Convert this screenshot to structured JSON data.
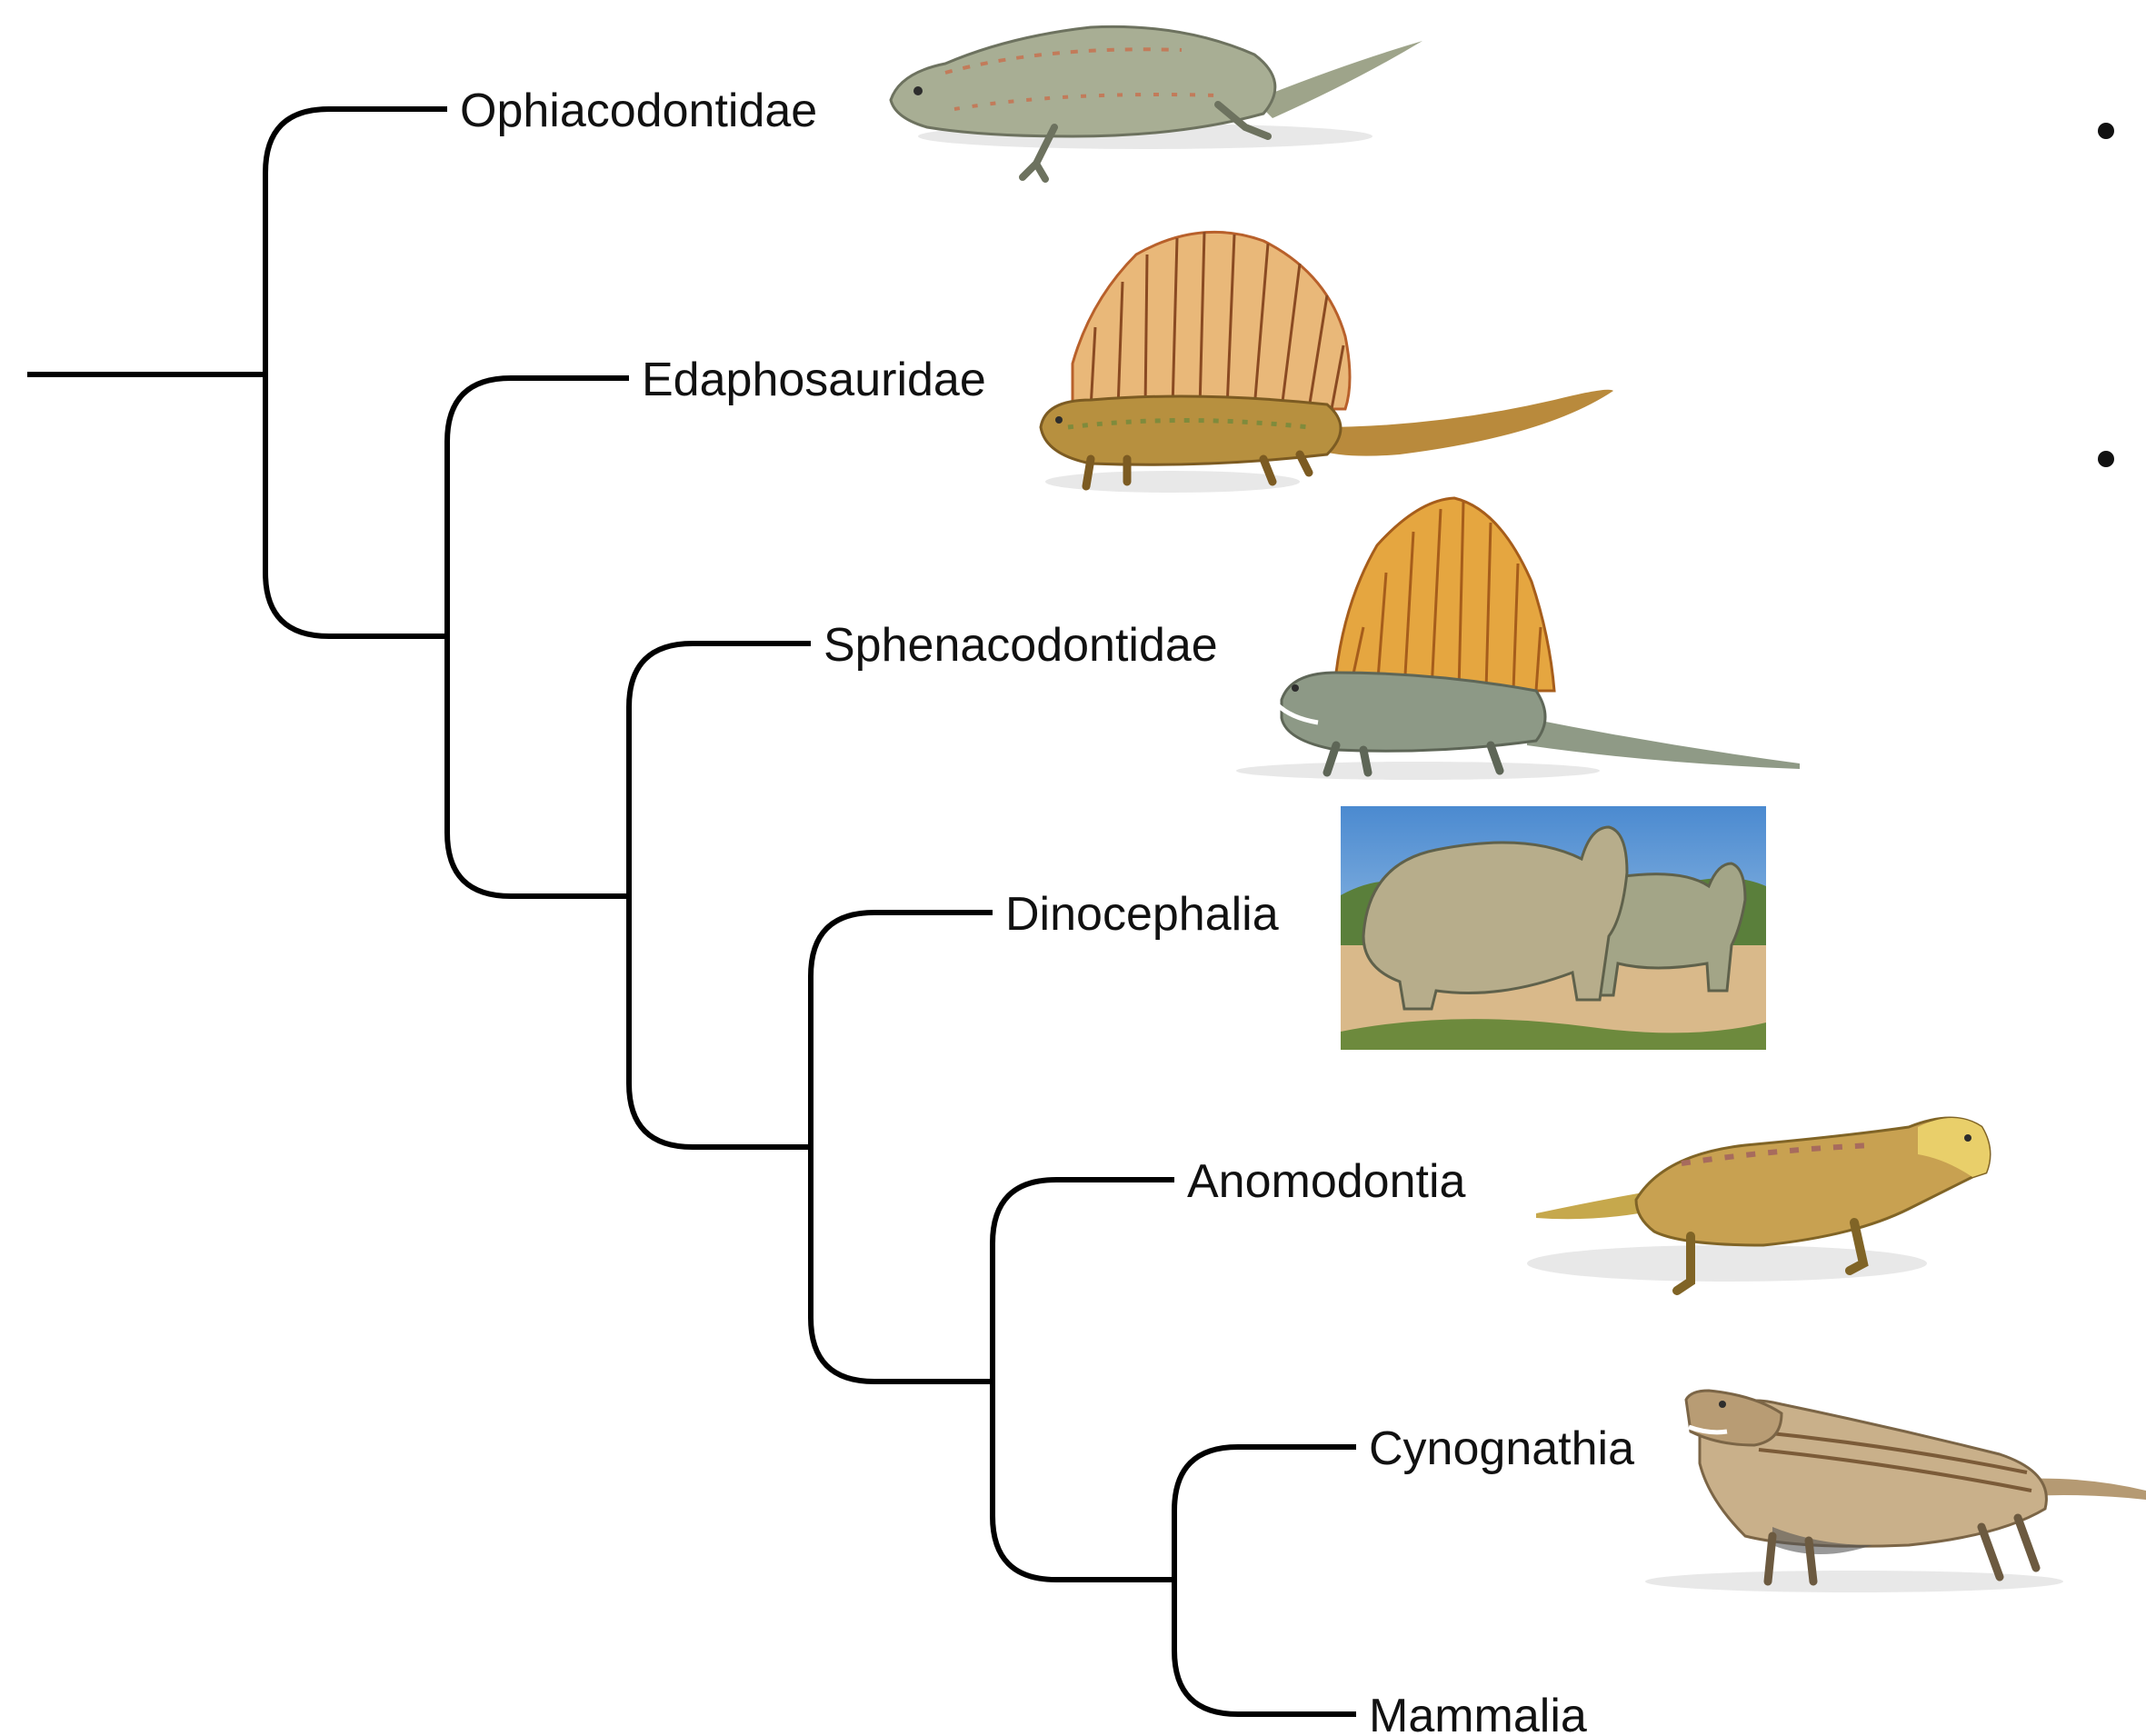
{
  "taxa": [
    {
      "name": "Ophiacodontidae",
      "illustration": "ophiacodontid-lizardlike-illustration"
    },
    {
      "name": "Edaphosauridae",
      "illustration": "edaphosaurus-sail-back-illustration"
    },
    {
      "name": "Sphenacodontidae",
      "illustration": "dimetrodon-sail-back-illustration"
    },
    {
      "name": "Dinocephalia",
      "illustration": "dinocephalian-pair-scene-photo"
    },
    {
      "name": "Anomodontia",
      "illustration": "anomodont-illustration"
    },
    {
      "name": "Cynognathia",
      "illustration": "cynodont-illustration"
    },
    {
      "name": "Mammalia",
      "illustration": ""
    }
  ],
  "colors": {
    "branch": "#000000",
    "text": "#111111",
    "background": "#ffffff",
    "sky": "#6fa7dc",
    "ground": "#d9b98a",
    "sail_orange": "#c9772e",
    "body_green": "#8e9a6a"
  }
}
